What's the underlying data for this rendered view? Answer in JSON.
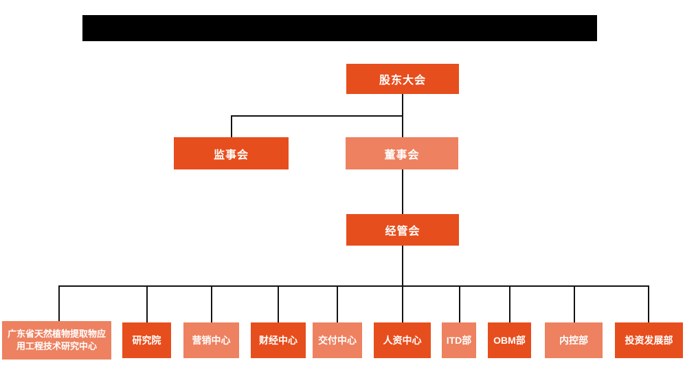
{
  "header": {
    "title_redacted": true
  },
  "chart": {
    "type": "org-chart",
    "level1": {
      "shareholders_meeting": "股东大会"
    },
    "level2": {
      "supervisory_board": "监事会",
      "board_of_directors": "董事会"
    },
    "level3": {
      "management_committee": "经管会"
    },
    "departments": [
      {
        "label": "广东省天然植物提取物应用工程技术研究中心",
        "tone": "light"
      },
      {
        "label": "研究院",
        "tone": "dark"
      },
      {
        "label": "营销中心",
        "tone": "light"
      },
      {
        "label": "财经中心",
        "tone": "dark"
      },
      {
        "label": "交付中心",
        "tone": "light"
      },
      {
        "label": "人资中心",
        "tone": "dark"
      },
      {
        "label": "ITD部",
        "tone": "light"
      },
      {
        "label": "OBM部",
        "tone": "dark"
      },
      {
        "label": "内控部",
        "tone": "light"
      },
      {
        "label": "投资发展部",
        "tone": "dark"
      }
    ],
    "colors": {
      "dark": "#E74E1D",
      "light": "#ED8160",
      "line": "#111111",
      "redacted_bar": "#000000",
      "text": "#FFFFFF",
      "background": "#FFFFFF"
    }
  }
}
